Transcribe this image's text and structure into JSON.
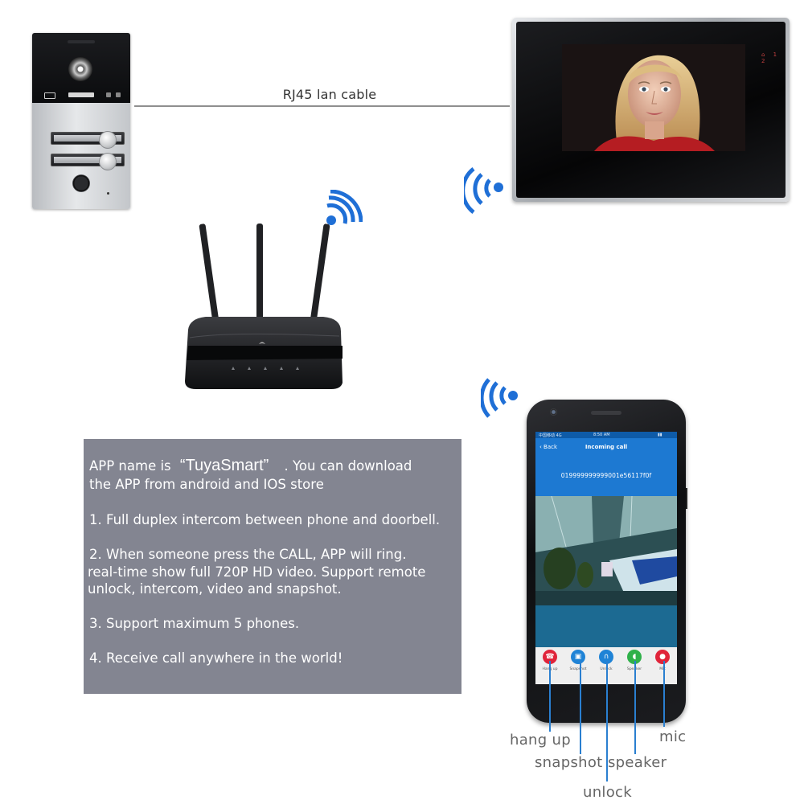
{
  "diagram": {
    "cable_label": "RJ45 lan cable",
    "info_panel": {
      "intro_prefix": "APP name is",
      "app_name": "“TuyaSmart”",
      "intro_suffix": ". You can download",
      "intro_line2": "the APP from android and IOS store",
      "point1": "1. Full duplex intercom between phone and doorbell.",
      "point2_line1": "2. When someone press the CALL, APP will ring.",
      "point2_line2": "real-time show full 720P HD video.  Support remote",
      "point2_line3": "unlock, intercom, video and snapshot.",
      "point3": "3. Support maximum 5 phones.",
      "point4": "4. Receive call anywhere in the world!"
    },
    "callouts": {
      "hang_up": "hang up",
      "snapshot": "snapshot",
      "speaker": "speaker",
      "unlock": "unlock",
      "mic": "mic"
    }
  },
  "phone_app": {
    "status_carrier": "中国移动 4G",
    "status_time": "8:50 AM",
    "back_label": "Back",
    "title": "Incoming call",
    "device_id": "019999999999001e56117f0f",
    "controls": [
      {
        "label": "Hang up",
        "icon": "phone-hangup-icon",
        "color": "#e0243a"
      },
      {
        "label": "Snapshot",
        "icon": "image-icon",
        "color": "#1f83d6"
      },
      {
        "label": "Unlock",
        "icon": "lock-icon",
        "color": "#1f83d6"
      },
      {
        "label": "Speaker",
        "icon": "speaker-icon",
        "color": "#2fb14a"
      },
      {
        "label": "Mic",
        "icon": "mic-icon",
        "color": "#e0243a"
      }
    ]
  },
  "colors": {
    "panel": "#838591",
    "wifi_blue": "#1f6fd6",
    "callout_blue": "#2a7fd0"
  }
}
